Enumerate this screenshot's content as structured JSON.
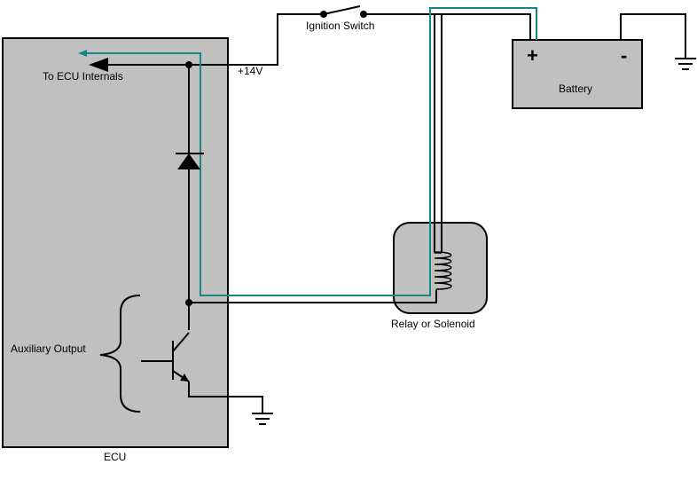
{
  "labels": {
    "ignition_switch": "Ignition Switch",
    "to_ecu": "To ECU Internals",
    "voltage": "+14V",
    "battery": "Battery",
    "battery_plus": "+",
    "battery_minus": "-",
    "relay": "Relay or Solenoid",
    "aux_output": "Auxiliary Output",
    "ecu": "ECU"
  },
  "colors": {
    "ecu_fill": "#c0c0c0",
    "wire": "#000000",
    "current_path": "#178686",
    "relay_fill": "#c0c0c0",
    "battery_fill": "#c0c0c0"
  },
  "icons": [
    "diode-icon",
    "transistor-icon",
    "ground-icon",
    "coil-icon",
    "arrow-icon",
    "brace-icon"
  ]
}
